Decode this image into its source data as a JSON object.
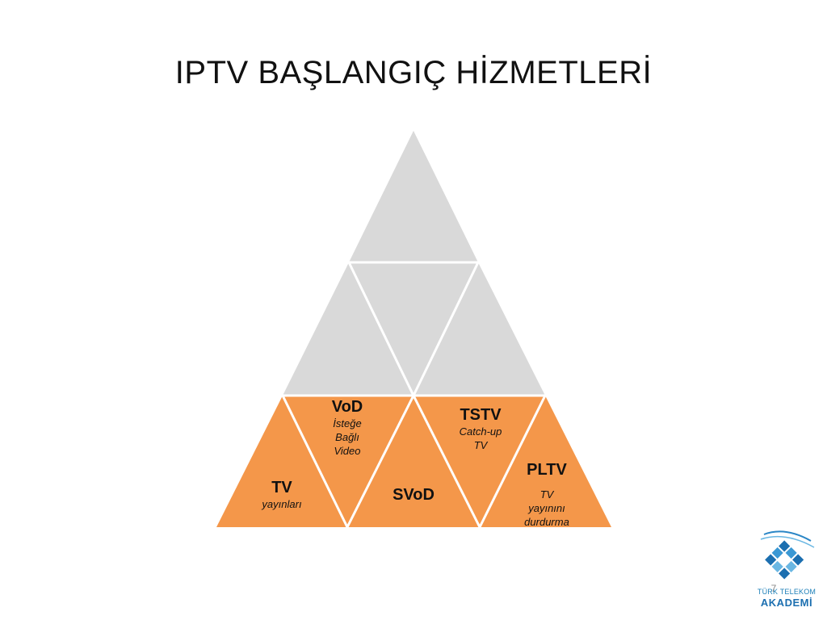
{
  "title": "IPTV BAŞLANGIÇ HİZMETLERİ",
  "colors": {
    "gray_fill": "#d9d9d9",
    "orange_fill": "#f4974a",
    "separator": "#ffffff"
  },
  "services": [
    {
      "id": "tv",
      "name": "TV",
      "description": [
        "yayınları"
      ]
    },
    {
      "id": "vod",
      "name": "VoD",
      "description": [
        "İsteğe",
        "Bağlı",
        "Video"
      ]
    },
    {
      "id": "svod",
      "name": "SVoD",
      "description": []
    },
    {
      "id": "tstv",
      "name": "TSTV",
      "description": [
        "Catch-up",
        "TV"
      ]
    },
    {
      "id": "pltv",
      "name": "PLTV",
      "description": [
        "TV",
        "yayınını",
        "durdurma"
      ]
    }
  ],
  "page_number": "7",
  "logo": {
    "line1": "TÜRK TELEKOM",
    "line2": "AKADEMİ"
  }
}
